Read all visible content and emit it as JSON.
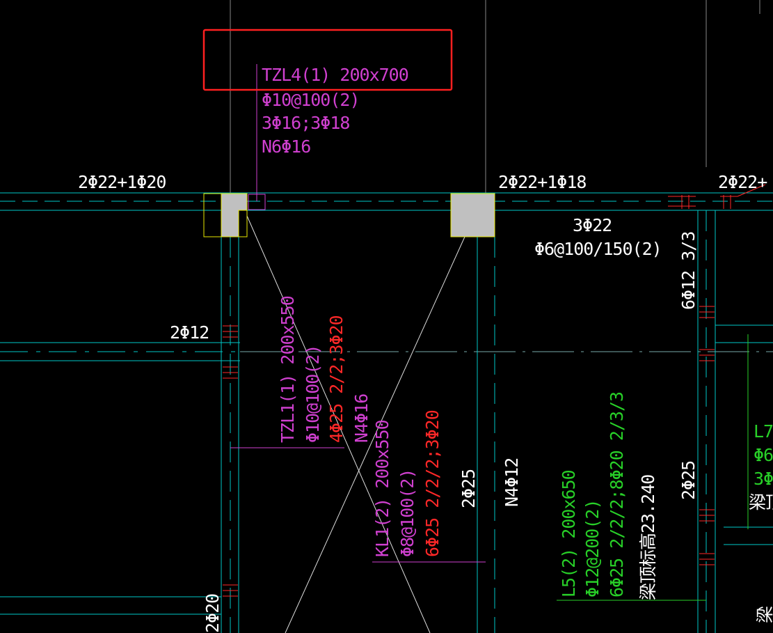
{
  "colors": {
    "background": "#000000",
    "cyan": "#00c8c8",
    "magenta": "#d040d0",
    "red": "#ff2828",
    "green": "#28d028",
    "white": "#ffffff",
    "yellow": "#e8e800",
    "column_fill": "#c0c0c0",
    "highlight_box": "#ff2020"
  },
  "annotations": {
    "tzl4": {
      "line1": "TZL4(1) 200x700",
      "line2": "Φ10@100(2)",
      "line3": "3Φ16;3Φ18",
      "line4": "N6Φ16"
    },
    "top_left_rebar": "2Φ22+1Φ20",
    "top_mid_rebar": "2Φ22+1Φ18",
    "top_right_rebar": "2Φ22+",
    "right_beam_rebar": "3Φ22",
    "right_beam_stirrup": "Φ6@100/150(2)",
    "left_rebar": "2Φ12",
    "right_vertical_rebar": "6Φ12 3/3",
    "tzl1": {
      "line1": "TZL1(1) 200x550",
      "line2": "Φ10@100(2)",
      "line3": "4Φ25 2/2;3Φ20",
      "line4": "N4Φ16"
    },
    "kl1": {
      "line1": "KL1(2) 200x550",
      "line2": "Φ8@100(2)",
      "line3": "6Φ25 2/2/2;3Φ20"
    },
    "mid_2phi25": "2Φ25",
    "n4phi12": "N4Φ12",
    "l5": {
      "line1": "L5(2) 200x650",
      "line2": "Φ12@200(2)",
      "line3": "6Φ25 2/2/2;8Φ20 2/3/3",
      "elevation": "梁顶标高23.240"
    },
    "right_2phi25": "2Φ25",
    "l7": {
      "line1": "L7",
      "line2": "Φ6",
      "line3": "3Φ",
      "line4": "梁顶"
    },
    "bottom_left_rebar": "2Φ20",
    "bottom_right_partial": "梁"
  }
}
